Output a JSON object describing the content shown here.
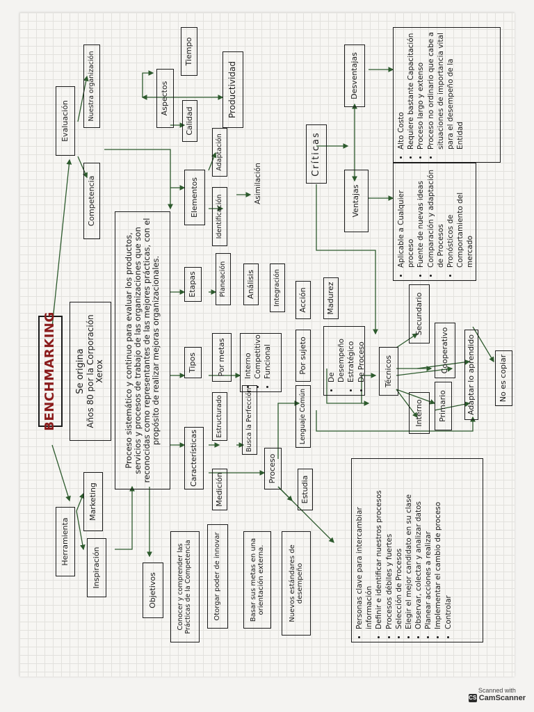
{
  "title": "BENCHMARKING",
  "origin": {
    "line1": "Se origina",
    "line2": "Años 80 por la Corporación Xerox"
  },
  "definition": "Proceso sistemático y continuo para evaluar los productos, servicios y procesos de trabajo de las organizaciones que son reconocidas como representantes de las mejores prácticas, con el propósito de realizar mejoras organizacionales.",
  "evaluacion": {
    "label": "Evaluación",
    "nuestra": "Nuestra organización",
    "competencia": "Competencia"
  },
  "aspectos": {
    "label": "Aspectos",
    "tiempo": "Tiempo",
    "productividad": "Productividad",
    "calidad": "Calidad"
  },
  "elementos": {
    "label": "Elementos",
    "adaptacion": "Adaptación",
    "identificacion": "Identificación",
    "asimilacion": "Asimilación"
  },
  "criticas": {
    "label": "Críticas",
    "desventajas": "Desventajas",
    "ventajas": "Ventajas"
  },
  "desventajas_list": [
    "Alto Costo",
    "Requiere bastante Capacitación",
    "Proceso largo y extenso",
    "Proceso no ordinario que cabe a situaciones de importancia vital para el desempeño de la Entidad"
  ],
  "ventajas_list": [
    "Aplicable a Cualquier proceso",
    "Fuente de nuevas ideas",
    "Comparación y adaptación de Procesos",
    "Pronósticos de Comportamiento del mercado"
  ],
  "etapas": {
    "label": "Etapas",
    "items": [
      "Planeación",
      "Análisis",
      "Integración",
      "Acción",
      "Madurez"
    ]
  },
  "tipos": {
    "label": "Tipos",
    "metas": "Por metas",
    "metas_items": [
      "Interno",
      "Competitivo",
      "Funcional"
    ],
    "sujeto": "Por sujeto",
    "sujeto_items": [
      "De Desempeño",
      "Estratégico",
      "De Proceso"
    ]
  },
  "tecnicos": {
    "label": "Técnicos",
    "secundario": "Secundario",
    "cooperativo": "Cooperativo",
    "interno": "Interno",
    "primario": "Primario",
    "adaptar": "Adaptar lo aprendido",
    "no_copiar": "No es copiar"
  },
  "caracteristicas": {
    "label": "Características",
    "estructurado": "Estructurado",
    "busca": "Busca la Perfección",
    "medicion": "Medición",
    "proceso": "Proceso",
    "estudia": "Estudia",
    "lenguaje": "Lenguaje Común"
  },
  "proceso_list": [
    "Personas clave para intercambiar información",
    "Definir e identificar nuestros procesos",
    "Procesos débiles y fuertes",
    "Selección de Procesos",
    "Elegir el mejor candidato en su clase",
    "Observar, colectar y analizar datos",
    "Planear acciones a realizar",
    "Implementar el cambio de proceso",
    "Controlar"
  ],
  "herramienta": {
    "label": "Herramienta",
    "marketing": "Marketing",
    "inspiracion": "Inspiración"
  },
  "objetivos": {
    "label": "Objetivos",
    "items": [
      "Conocer y comprender las Prácticas de la Competencia",
      "Otorgar poder de innovar",
      "Basar sus metas en una orientación externa.",
      "Nuevos estándares de desempeño"
    ]
  },
  "watermark": {
    "top": "Scanned with",
    "brand": "CamScanner"
  },
  "colors": {
    "ink": "#1a1a1a",
    "arrow": "#2d5a2d",
    "title": "#8b1c1c"
  }
}
